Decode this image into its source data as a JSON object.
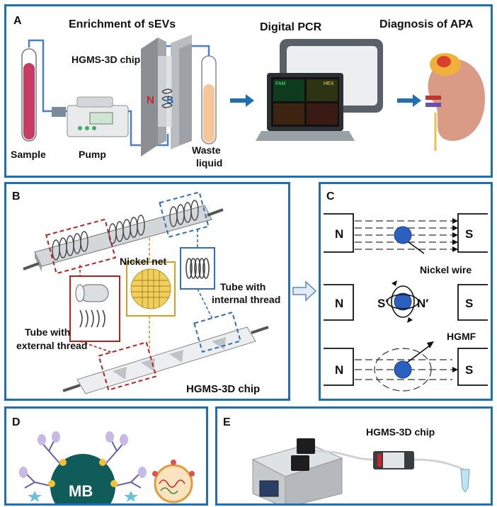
{
  "panels": {
    "a": {
      "letter": "A",
      "title_enrichment": "Enrichment of sEVs",
      "title_pcr": "Digital PCR",
      "title_diagnosis": "Diagnosis of APA",
      "chip_label": "HGMS-3D chip",
      "magnet_n": "N",
      "magnet_s": "S",
      "sample": "Sample",
      "pump": "Pump",
      "waste_line1": "Waste",
      "waste_line2": "liquid",
      "screen_fam": "FAM",
      "screen_hex": "HEX"
    },
    "b": {
      "letter": "B",
      "nickel_net": "Nickel net",
      "internal_line1": "Tube with",
      "internal_line2": "internal thread",
      "external_line1": "Tube with",
      "external_line2": "external thread",
      "chip_label": "HGMS-3D chip"
    },
    "c": {
      "letter": "C",
      "n": "N",
      "s": "S",
      "nickel_wire": "Nickel wire",
      "s_prime": "S′",
      "n_prime": "N′",
      "hgmf": "HGMF"
    },
    "d": {
      "letter": "D",
      "mb": "MB"
    },
    "e": {
      "letter": "E",
      "chip_label": "HGMS-3D chip"
    }
  },
  "colors": {
    "border": "#1f6fb2",
    "red_dashed": "#b22222",
    "blue_dashed": "#2f6fb5",
    "gold": "#c9a227",
    "sphere": "#2b5fc0",
    "mb": "#0f5c5a"
  }
}
